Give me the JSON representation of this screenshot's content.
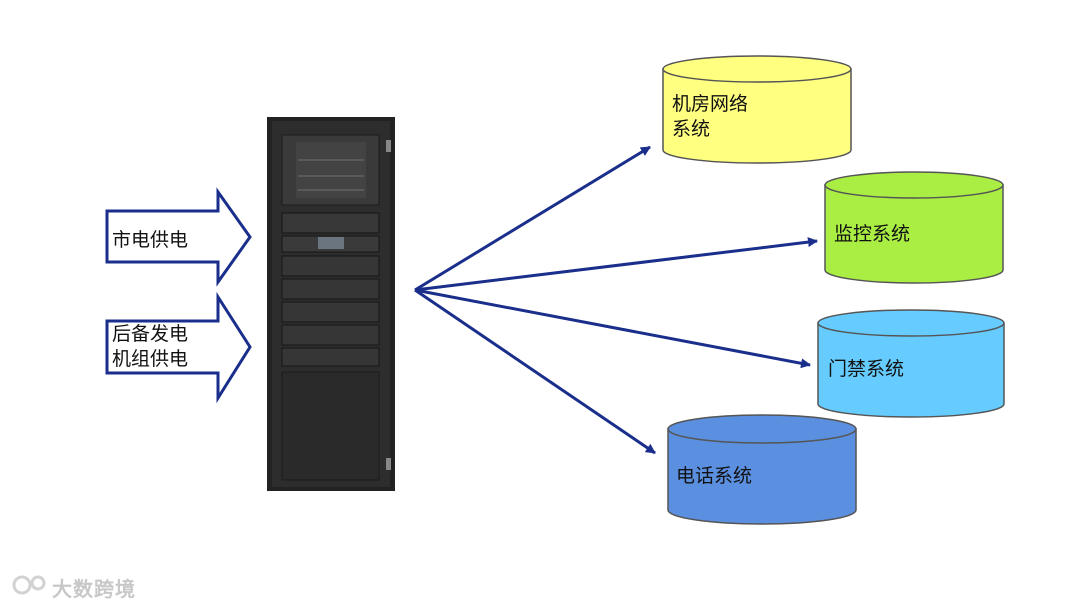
{
  "inputs": [
    {
      "id": "mains",
      "lines": [
        "市电供电"
      ]
    },
    {
      "id": "generator",
      "lines": [
        "后备发电",
        "机组供电"
      ]
    }
  ],
  "outputs": [
    {
      "id": "network",
      "lines": [
        "机房网络",
        "系统"
      ],
      "color": "#ffff80"
    },
    {
      "id": "monitoring",
      "lines": [
        "监控系统"
      ],
      "color": "#aaee44"
    },
    {
      "id": "access",
      "lines": [
        "门禁系统"
      ],
      "color": "#66ccff"
    },
    {
      "id": "phone",
      "lines": [
        "电话系统"
      ],
      "color": "#5b8fe0"
    }
  ],
  "colors": {
    "arrow": "#1a2e8c",
    "cabinet": "#2d2d2d"
  },
  "watermark": "大数跨境"
}
